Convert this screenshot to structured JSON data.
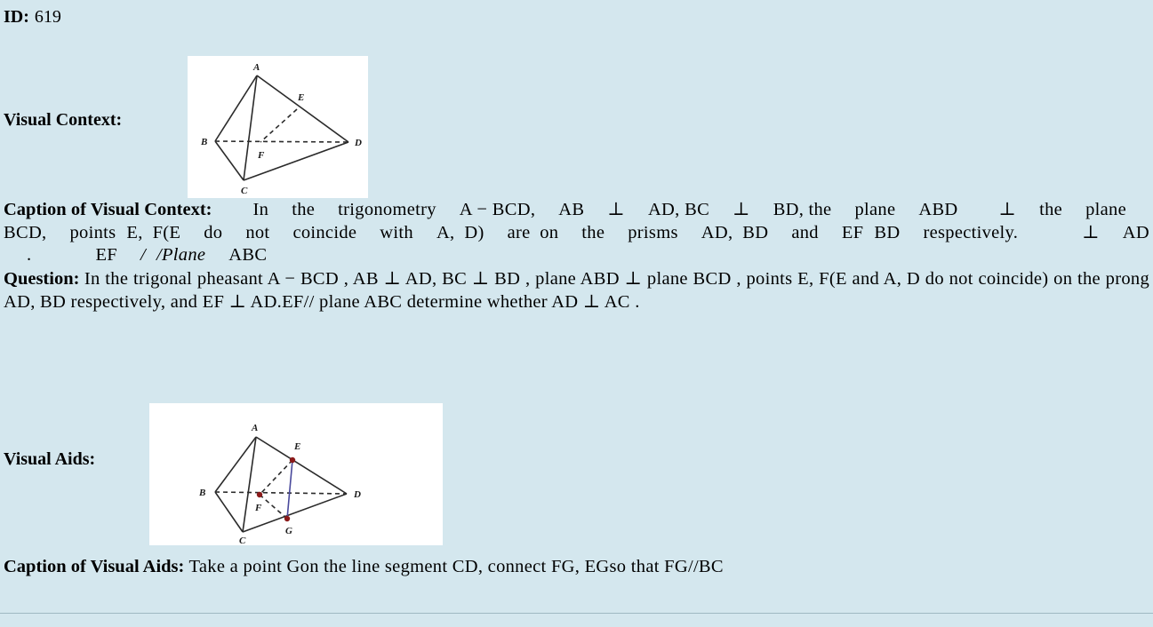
{
  "record": {
    "id_label": "ID:",
    "id_value": "619"
  },
  "visual_context": {
    "label": "Visual Context:",
    "figure": {
      "name": "tetrahedron-abcd-with-ef",
      "vertex_labels": [
        "A",
        "E",
        "B",
        "F",
        "D",
        "C"
      ]
    }
  },
  "caption_context": {
    "label": "Caption of Visual Context:",
    "line1_a": "In",
    "line1_b": "the",
    "line1_c": "trigonometry",
    "line1_d": "A − BCD,",
    "line1_e": "AB",
    "line1_f": "⊥",
    "line1_g": "AD, BC",
    "line1_h": "⊥",
    "line1_i": "BD,",
    "line2_a": "the",
    "line2_b": "plane",
    "line2_c": "ABD",
    "line2_d": "⊥",
    "line2_e": "the",
    "line2_f": "plane",
    "line2_g": "BCD,",
    "line2_h": "points",
    "line2_i": "E, F(E",
    "line2_j": "do",
    "line2_k": "not",
    "line2_l": "coincide",
    "line2_m": "with",
    "line2_n": "A, D)",
    "line2_o": "are",
    "line3_a": "on",
    "line3_b": "the",
    "line3_c": "prisms",
    "line3_d": "AD, BD",
    "line3_e": "and",
    "line3_f": "EF",
    "line3_g": "BD",
    "line3_h": "respectively.",
    "line3_i": "⊥",
    "line3_j": "AD",
    "line3_k": ".",
    "line3_l": "EF",
    "line3_m": "/",
    "line3_n": "/Plane",
    "line3_o": "ABC"
  },
  "question": {
    "label": "Question:",
    "text": "In the trigonal pheasant A − BCD , AB ⊥ AD, BC ⊥ BD , plane ABD ⊥ plane BCD , points E, F(E and A, D do not coincide) on the prong AD, BD respectively, and EF ⊥ AD.EF// plane ABC determine whether AD ⊥ AC ."
  },
  "visual_aids": {
    "label": "Visual Aids:",
    "figure": {
      "name": "tetrahedron-abcd-with-efg",
      "vertex_labels": [
        "A",
        "E",
        "B",
        "F",
        "D",
        "G",
        "C"
      ],
      "point_color": "#8b1a1a",
      "segment_color": "#4a4a9c"
    }
  },
  "caption_aids": {
    "label": "Caption of Visual Aids:",
    "text": "Take a point Gon the line segment CD, connect FG, EGso that FG//BC"
  }
}
